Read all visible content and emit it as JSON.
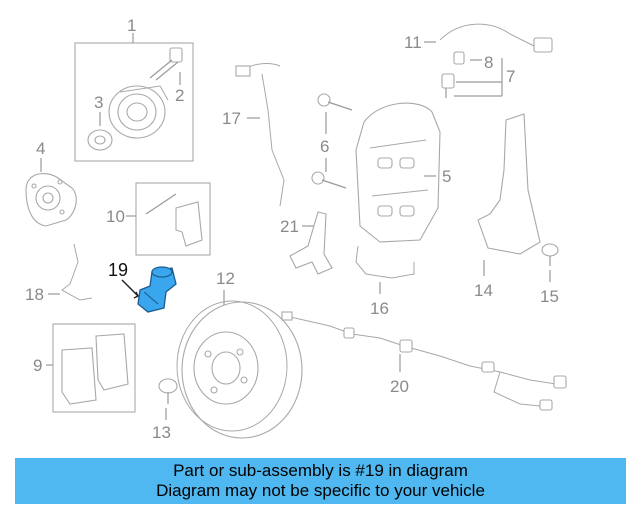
{
  "callouts": {
    "c1": "1",
    "c2": "2",
    "c3": "3",
    "c4": "4",
    "c5": "5",
    "c6": "6",
    "c7": "7",
    "c8": "8",
    "c9": "9",
    "c10": "10",
    "c11": "11",
    "c12": "12",
    "c13": "13",
    "c14": "14",
    "c15": "15",
    "c16": "16",
    "c17": "17",
    "c18": "18",
    "c19": "19",
    "c20": "20",
    "c21": "21"
  },
  "highlight": {
    "part": "19",
    "color": "#3aa6ee"
  },
  "banner": {
    "line1": "Part or sub-assembly is #19 in diagram",
    "line2": "Diagram may not be specific to your vehicle",
    "color": "#4fb8f0"
  }
}
